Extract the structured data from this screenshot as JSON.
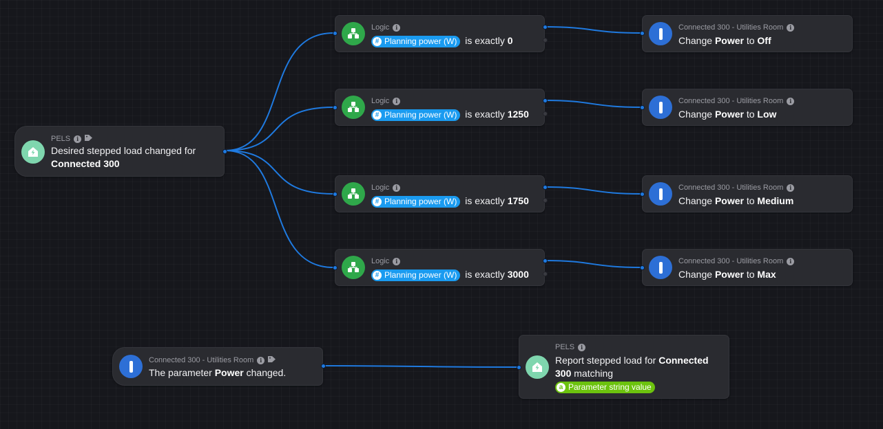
{
  "colors": {
    "background": "#16171c",
    "card": "#2a2b30",
    "wire": "#1f7ae0",
    "logic_badge": "#2fa84a",
    "device_badge": "#2d6fd6",
    "pels_badge": "#7fd6ae",
    "number_pill": "#1a9bf0",
    "string_pill": "#6cc20e"
  },
  "trigger": {
    "header": "PELS",
    "icons": [
      "info-icon",
      "tag-icon"
    ],
    "line1": "Desired stepped load changed for",
    "line2": "Connected 300"
  },
  "logic_cards": [
    {
      "header": "Logic",
      "pill_symbol": "#",
      "pill_label": "Planning power (W)",
      "condition": "is exactly",
      "value": "0"
    },
    {
      "header": "Logic",
      "pill_symbol": "#",
      "pill_label": "Planning power (W)",
      "condition": "is exactly",
      "value": "1250"
    },
    {
      "header": "Logic",
      "pill_symbol": "#",
      "pill_label": "Planning power (W)",
      "condition": "is exactly",
      "value": "1750"
    },
    {
      "header": "Logic",
      "pill_symbol": "#",
      "pill_label": "Planning power (W)",
      "condition": "is exactly",
      "value": "3000"
    }
  ],
  "action_cards": [
    {
      "header": "Connected 300 - Utilities Room",
      "verb": "Change",
      "param": "Power",
      "joiner": "to",
      "value": "Off"
    },
    {
      "header": "Connected 300 - Utilities Room",
      "verb": "Change",
      "param": "Power",
      "joiner": "to",
      "value": "Low"
    },
    {
      "header": "Connected 300 - Utilities Room",
      "verb": "Change",
      "param": "Power",
      "joiner": "to",
      "value": "Medium"
    },
    {
      "header": "Connected 300 - Utilities Room",
      "verb": "Change",
      "param": "Power",
      "joiner": "to",
      "value": "Max"
    }
  ],
  "param_trigger": {
    "header": "Connected 300 - Utilities Room",
    "prefix": "The parameter",
    "param": "Power",
    "suffix": "changed."
  },
  "report_card": {
    "header": "PELS",
    "text1": "Report stepped load for",
    "bold1": "Connected",
    "bold2": "300",
    "text2": "matching",
    "pill_symbol": "a",
    "pill_label": "Parameter string value"
  }
}
